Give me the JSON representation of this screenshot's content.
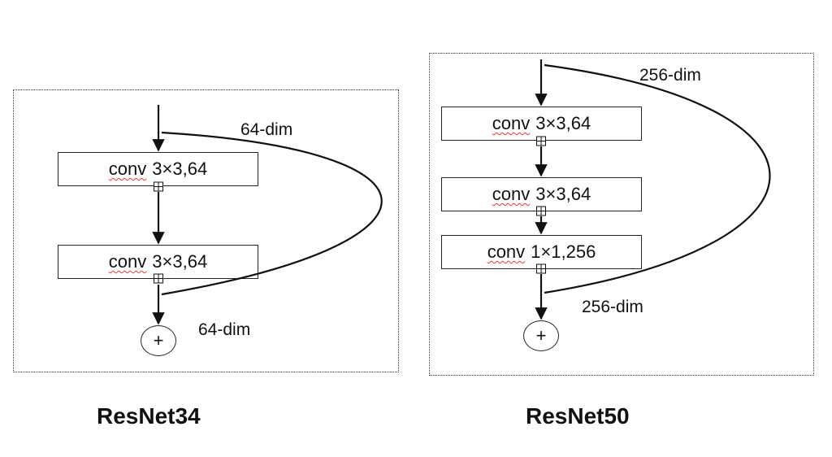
{
  "resnet34": {
    "caption": "ResNet34",
    "layers": [
      {
        "op": "conv",
        "params": "3×3,64"
      },
      {
        "op": "conv",
        "params": "3×3,64"
      }
    ],
    "input_dim": "64-dim",
    "output_dim": "64-dim",
    "sum_symbol": "+"
  },
  "resnet50": {
    "caption": "ResNet50",
    "layers": [
      {
        "op": "conv",
        "params": "3×3,64"
      },
      {
        "op": "conv",
        "params": "3×3,64"
      },
      {
        "op": "conv",
        "params": "1×1,256"
      }
    ],
    "input_dim": "256-dim",
    "output_dim": "256-dim",
    "sum_symbol": "+"
  }
}
